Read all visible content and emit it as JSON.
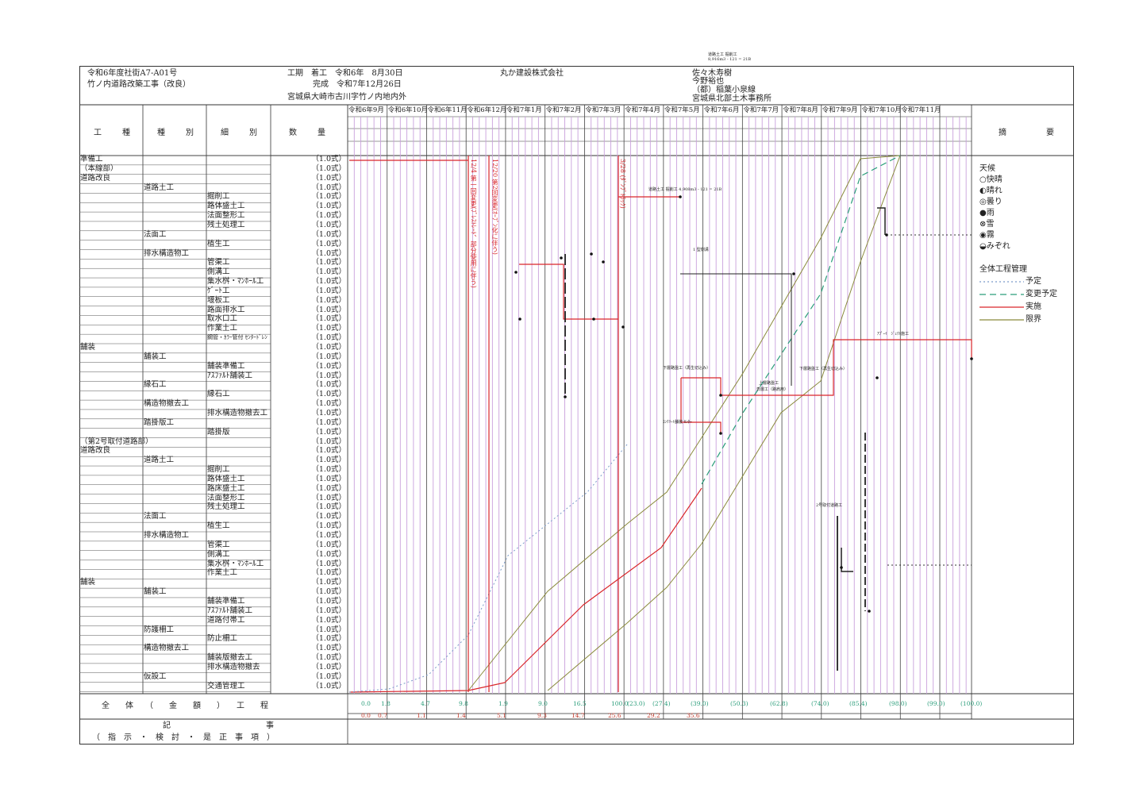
{
  "doc_top_note": [
    "道路土工 掘削工",
    "8,916m3 - 121 = 21B"
  ],
  "header": {
    "project_no": "令和6年度社街A7-A01号",
    "project_name": "竹ノ内道路改築工事（改良）",
    "period_start": "工期　着工　令和6年　8月30日",
    "period_end": "完成　令和7年12月26日",
    "location": "宮城県大崎市古川字竹ノ内地内外",
    "contractor": "丸か建設株式会社",
    "supervisor_1": "佐々木寿樹",
    "supervisor_2": "今野裕也",
    "route": "（都）稲葉小泉線",
    "office": "宮城県北部土木事務所"
  },
  "columns": {
    "work_type": "工　　種",
    "category": "種　　別",
    "detail": "細　　別",
    "quantity": "数　　量",
    "remarks": "摘　　　　要"
  },
  "months": [
    "令和6年9月",
    "令和6年10月",
    "令和6年11月",
    "令和6年12月",
    "令和7年1月",
    "令和7年2月",
    "令和7年3月",
    "令和7年4月",
    "令和7年5月",
    "令和7年6月",
    "令和7年7月",
    "令和7年8月",
    "令和7年9月",
    "令和7年10月",
    "令和7年11月"
  ],
  "rows": [
    {
      "c1": "準備工",
      "c2": "",
      "c3": "",
      "q": "（1.0式）"
    },
    {
      "c1": "（本線部）",
      "c2": "",
      "c3": "",
      "q": "（1.0式）"
    },
    {
      "c1": "道路改良",
      "c2": "",
      "c3": "",
      "q": "（1.0式）"
    },
    {
      "c1": "",
      "c2": "道路土工",
      "c3": "",
      "q": "（1.0式）"
    },
    {
      "c1": "",
      "c2": "",
      "c3": "掘削工",
      "q": "（1.0式）"
    },
    {
      "c1": "",
      "c2": "",
      "c3": "路体盛土工",
      "q": "（1.0式）"
    },
    {
      "c1": "",
      "c2": "",
      "c3": "法面整形工",
      "q": "（1.0式）"
    },
    {
      "c1": "",
      "c2": "",
      "c3": "残土処理工",
      "q": "（1.0式）"
    },
    {
      "c1": "",
      "c2": "法面工",
      "c3": "",
      "q": "（1.0式）"
    },
    {
      "c1": "",
      "c2": "",
      "c3": "植生工",
      "q": "（1.0式）"
    },
    {
      "c1": "",
      "c2": "排水構造物工",
      "c3": "",
      "q": "（1.0式）"
    },
    {
      "c1": "",
      "c2": "",
      "c3": "管渠工",
      "q": "（1.0式）"
    },
    {
      "c1": "",
      "c2": "",
      "c3": "側溝工",
      "q": "（1.0式）"
    },
    {
      "c1": "",
      "c2": "",
      "c3": "集水桝・ﾏﾝﾎｰﾙ工",
      "q": "（1.0式）"
    },
    {
      "c1": "",
      "c2": "",
      "c3": "ｹﾞｰﾄ工",
      "q": "（1.0式）"
    },
    {
      "c1": "",
      "c2": "",
      "c3": "堰板工",
      "q": "（1.0式）"
    },
    {
      "c1": "",
      "c2": "",
      "c3": "路面排水工",
      "q": "（1.0式）"
    },
    {
      "c1": "",
      "c2": "",
      "c3": "取水口工",
      "q": "（1.0式）"
    },
    {
      "c1": "",
      "c2": "",
      "c3": "作業土工",
      "q": "（1.0式）"
    },
    {
      "c1": "",
      "c2": "",
      "c3": "鋼管・ｶﾗｰ管付 ｾﾝﾀｰﾄﾞﾚﾝ",
      "q": "（1.0式）"
    },
    {
      "c1": "舗装",
      "c2": "",
      "c3": "",
      "q": "（1.0式）"
    },
    {
      "c1": "",
      "c2": "舗装工",
      "c3": "",
      "q": "（1.0式）"
    },
    {
      "c1": "",
      "c2": "",
      "c3": "舗装準備工",
      "q": "（1.0式）"
    },
    {
      "c1": "",
      "c2": "",
      "c3": "ｱｽﾌｧﾙﾄ舗装工",
      "q": "（1.0式）"
    },
    {
      "c1": "",
      "c2": "縁石工",
      "c3": "",
      "q": "（1.0式）"
    },
    {
      "c1": "",
      "c2": "",
      "c3": "縁石工",
      "q": "（1.0式）"
    },
    {
      "c1": "",
      "c2": "構造物撤去工",
      "c3": "",
      "q": "（1.0式）"
    },
    {
      "c1": "",
      "c2": "",
      "c3": "排水構造物撤去工",
      "q": "（1.0式）"
    },
    {
      "c1": "",
      "c2": "踏掛版工",
      "c3": "",
      "q": "（1.0式）"
    },
    {
      "c1": "",
      "c2": "",
      "c3": "踏掛版",
      "q": "（1.0式）"
    },
    {
      "c1": "（第2号取付道路部）",
      "c2": "",
      "c3": "",
      "q": "（1.0式）"
    },
    {
      "c1": "道路改良",
      "c2": "",
      "c3": "",
      "q": "（1.0式）"
    },
    {
      "c1": "",
      "c2": "道路土工",
      "c3": "",
      "q": "（1.0式）"
    },
    {
      "c1": "",
      "c2": "",
      "c3": "掘削工",
      "q": "（1.0式）"
    },
    {
      "c1": "",
      "c2": "",
      "c3": "路体盛土工",
      "q": "（1.0式）"
    },
    {
      "c1": "",
      "c2": "",
      "c3": "路床盛土工",
      "q": "（1.0式）"
    },
    {
      "c1": "",
      "c2": "",
      "c3": "法面整形工",
      "q": "（1.0式）"
    },
    {
      "c1": "",
      "c2": "",
      "c3": "残土処理工",
      "q": "（1.0式）"
    },
    {
      "c1": "",
      "c2": "法面工",
      "c3": "",
      "q": "（1.0式）"
    },
    {
      "c1": "",
      "c2": "",
      "c3": "植生工",
      "q": "（1.0式）"
    },
    {
      "c1": "",
      "c2": "排水構造物工",
      "c3": "",
      "q": "（1.0式）"
    },
    {
      "c1": "",
      "c2": "",
      "c3": "管渠工",
      "q": "（1.0式）"
    },
    {
      "c1": "",
      "c2": "",
      "c3": "側溝工",
      "q": "（1.0式）"
    },
    {
      "c1": "",
      "c2": "",
      "c3": "集水桝・ﾏﾝﾎｰﾙ工",
      "q": "（1.0式）"
    },
    {
      "c1": "",
      "c2": "",
      "c3": "作業土工",
      "q": "（1.0式）"
    },
    {
      "c1": "舗装",
      "c2": "",
      "c3": "",
      "q": "（1.0式）"
    },
    {
      "c1": "",
      "c2": "舗装工",
      "c3": "",
      "q": "（1.0式）"
    },
    {
      "c1": "",
      "c2": "",
      "c3": "舗装準備工",
      "q": "（1.0式）"
    },
    {
      "c1": "",
      "c2": "",
      "c3": "ｱｽﾌｧﾙﾄ舗装工",
      "q": "（1.0式）"
    },
    {
      "c1": "",
      "c2": "",
      "c3": "道路付帯工",
      "q": "（1.0式）"
    },
    {
      "c1": "",
      "c2": "防護柵工",
      "c3": "",
      "q": "（1.0式）"
    },
    {
      "c1": "",
      "c2": "",
      "c3": "防止柵工",
      "q": "（1.0式）"
    },
    {
      "c1": "",
      "c2": "構造物撤去工",
      "c3": "",
      "q": "（1.0式）"
    },
    {
      "c1": "",
      "c2": "",
      "c3": "舗装版撤去工",
      "q": "（1.0式）"
    },
    {
      "c1": "",
      "c2": "",
      "c3": "排水構造物撤去",
      "q": "（1.0式）"
    },
    {
      "c1": "",
      "c2": "仮設工",
      "c3": "",
      "q": "（1.0式）"
    },
    {
      "c1": "",
      "c2": "",
      "c3": "交通管理工",
      "q": "（1.0式）"
    }
  ],
  "footer": {
    "progress_label": "全　　体　　（　　金　　額　　）　　工　　程",
    "notes_label_1": "記　　　　　　　　　　　　事",
    "notes_label_2": "（　指　示　・　検　討　・　是　正　事　項　）"
  },
  "progress_planned": [
    "0.0",
    "1.8",
    "4.7",
    "9.8",
    "1.9",
    "9.0",
    "16.5",
    "100.0",
    "(23.0)",
    "(27.4)",
    "(39.0)",
    "(50.3)",
    "(62.8)",
    "(74.0)",
    "(85.4)",
    "(98.0)",
    "(99.0)",
    "(100.0)"
  ],
  "progress_actual": [
    "0.0",
    "0.7",
    "1.1",
    "1.4",
    "5.1",
    "9.3",
    "14.7",
    "25.6",
    "29.2",
    "35.6"
  ],
  "weather": {
    "title": "天候",
    "items": [
      "○快晴",
      "◐晴れ",
      "◎曇り",
      "●雨",
      "⊗雪",
      "◉霧",
      "◒みぞれ"
    ]
  },
  "legend": {
    "title": "全体工程管理",
    "items": [
      {
        "label": "予定",
        "color": "#7a9bc9",
        "dash": "2,3"
      },
      {
        "label": "変更予定",
        "color": "#2a9d7a",
        "dash": "8,5"
      },
      {
        "label": "実施",
        "color": "#d9262a",
        "dash": ""
      },
      {
        "label": "限界",
        "color": "#8a8a3c",
        "dash": ""
      }
    ]
  },
  "annotations": {
    "change1": "12/4 第一回変更(ﾌﾟﾚｽﾄﾚｰﾄ、部分使用に伴う)",
    "change2": "12/20 第2回変更(ｵｰﾌﾟﾝ化に伴う)",
    "change3": "3/28 (ﾀﾞﾝﾌﾟﾄﾗｯｸ)",
    "n_a": "道路土工 掘削工 4,908m3 - 121 = 21B",
    "n_b": "1 型側溝",
    "n_c": "下層路盤工（再生切込み）",
    "n_d": "上層路盤工",
    "n_e": "表層工（路肩用）",
    "n_f": "下層路盤工（再生切込み）",
    "n_g": "ｺﾝｸﾘｰﾄ舗装 ｾﾝﾀｰ",
    "n_h": "2号取付道路工",
    "n_i": "ｱﾌﾟｰｲ　ｼﾞｪｸﾄ施工"
  },
  "colors": {
    "actual": "#d9262a",
    "limit": "#8a8a3c",
    "changed": "#2a9d7a",
    "planned": "#7a9bc9",
    "grid_purple": "#c9a0dc"
  }
}
